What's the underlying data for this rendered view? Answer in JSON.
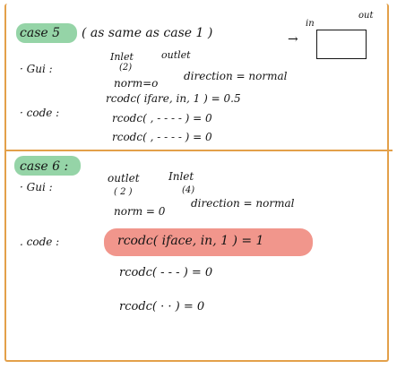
{
  "case5": {
    "title": "case 5",
    "subtitle": "( as same as case 1 )",
    "arrow": "→",
    "diagram": {
      "in_label": "in",
      "out_label": "out"
    },
    "gui": {
      "bullet": "· Gui :",
      "inlet": "Inlet",
      "inlet_num": "(2)",
      "outlet": "outlet",
      "norm": "norm=o",
      "direction": "direction = normal"
    },
    "code": {
      "bullet": "· code :",
      "line1": "rcodc( ifare, in, 1 ) = 0.5",
      "line2": "rcodc( , - - - - ) = 0",
      "line3": "rcodc( , - - - - ) = 0"
    }
  },
  "case6": {
    "title": "case 6 :",
    "gui": {
      "bullet": "· Gui :",
      "outlet": "outlet",
      "outlet_num": "( 2 )",
      "inlet": "Inlet",
      "inlet_num": "(4)",
      "norm": "norm = 0",
      "direction": "direction = normal"
    },
    "code": {
      "bullet": ". code :",
      "line1": "rcodc( iface, in, 1 ) = 1",
      "line2": "rcodc( - - - ) = 0",
      "line3": "rcodc( · · ) = 0"
    }
  },
  "colors": {
    "frame": "#e3a04a",
    "highlight_green": "#8fd2a2",
    "highlight_red": "#f08b80",
    "ink": "#151515"
  }
}
